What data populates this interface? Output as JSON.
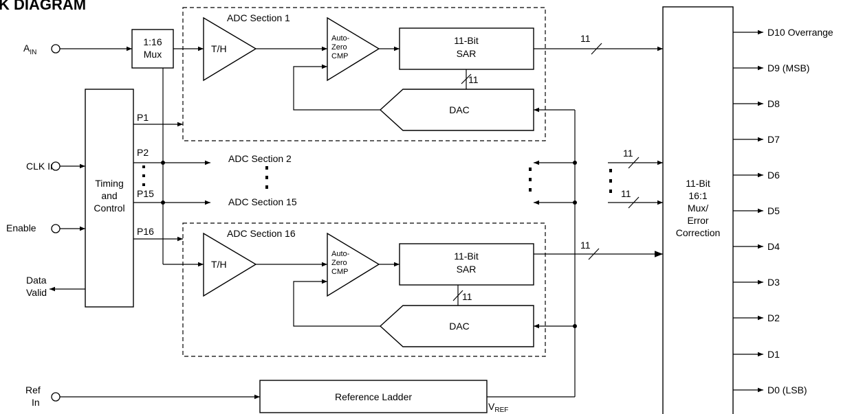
{
  "title": "K DIAGRAM",
  "inputs": {
    "ain": {
      "main": "A",
      "sub": "IN"
    },
    "clk": "CLK In",
    "enable": "Enable",
    "data_valid": [
      "Data",
      "Valid"
    ],
    "ref_in": [
      "Ref",
      "In"
    ]
  },
  "mux_in": [
    "1:16",
    "Mux"
  ],
  "timing": [
    "Timing",
    "and",
    "Control"
  ],
  "phases": {
    "p1": "P1",
    "p2": "P2",
    "p15": "P15",
    "p16": "P16"
  },
  "sections": {
    "s1": "ADC Section 1",
    "s2": "ADC Section 2",
    "s15": "ADC Section 15",
    "s16": "ADC Section 16"
  },
  "blocks": {
    "th": "T/H",
    "cmp": [
      "Auto-",
      "Zero",
      "CMP"
    ],
    "sar": [
      "11-Bit",
      "SAR"
    ],
    "dac": "DAC"
  },
  "bus_width": "11",
  "ref_ladder": "Reference Ladder",
  "vref": {
    "main": "V",
    "sub": "REF"
  },
  "output_mux": [
    "11-Bit",
    "16:1",
    "Mux/",
    "Error",
    "Correction"
  ],
  "outputs": [
    "D10 Overrange",
    "D9 (MSB)",
    "D8",
    "D7",
    "D6",
    "D5",
    "D4",
    "D3",
    "D2",
    "D1",
    "D0 (LSB)"
  ]
}
